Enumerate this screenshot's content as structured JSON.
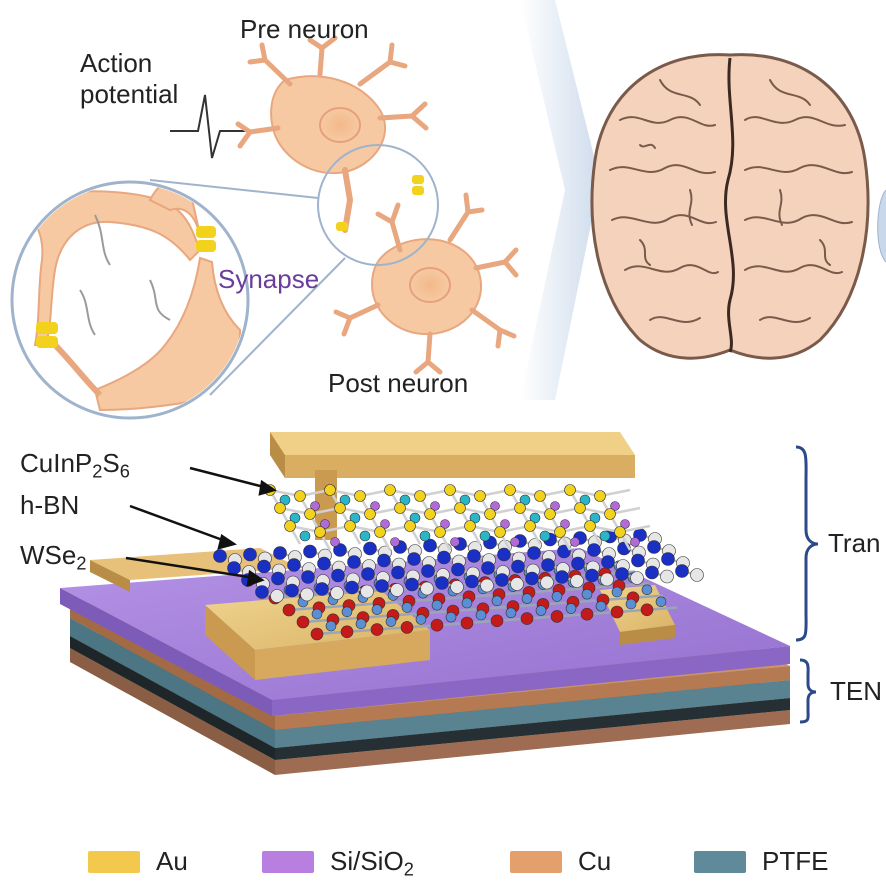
{
  "labels": {
    "pre_neuron": "Pre neuron",
    "action_potential": "Action potential",
    "synapse": "Synapse",
    "post_neuron": "Post neuron",
    "cuinp2s6": {
      "a": "CuInP",
      "b": "2",
      "c": "S",
      "d": "6"
    },
    "hbn": "h-BN",
    "wse2": {
      "a": "WSe",
      "b": "2"
    },
    "transistor_partial": "Tran",
    "teng_partial": "TEN"
  },
  "legend": [
    {
      "name": "Au",
      "color": "#f2c94c"
    },
    {
      "name": "Si/SiO",
      "sub": "2",
      "color": "#b97fe0"
    },
    {
      "name": "Cu",
      "color": "#e4a06c"
    },
    {
      "name": "PTFE",
      "color": "#5f8a9a"
    }
  ],
  "colors": {
    "neuron": "#f6c9a3",
    "neuron_stroke": "#e8a77e",
    "synapse_text": "#6a3d9a",
    "bracket": "#2b4a8b",
    "brain": "#f5d2bb",
    "brain_line": "#7a5a4a",
    "gold": "#e8c476",
    "purple": "#a27fd6",
    "copper": "#b8856a",
    "ptfe": "#5f8a9a",
    "atom_blue": "#1a2fc4",
    "atom_red": "#c41a1a",
    "atom_yellow": "#f2d21c",
    "atom_cyan": "#2bb6c8"
  },
  "icons": [
    "neuron-illustration",
    "brain-illustration",
    "device-illustration",
    "action-potential-spike",
    "magnifier-circle"
  ]
}
